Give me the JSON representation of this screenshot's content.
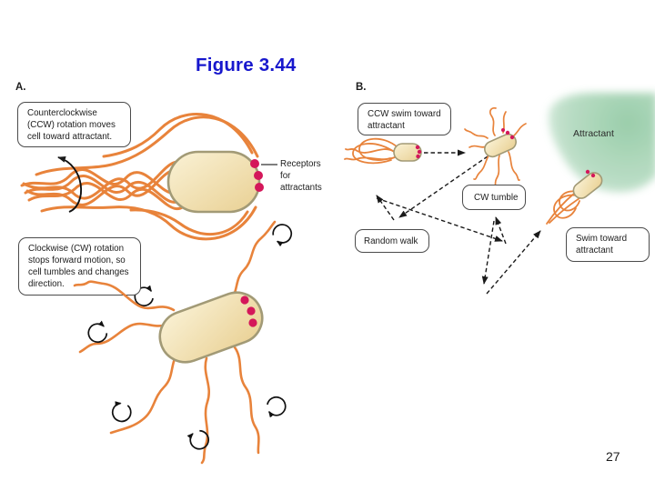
{
  "slide": {
    "title": "Figure 3.44",
    "page_number": "27"
  },
  "panel_a": {
    "label": "A.",
    "ccw_caption": [
      "Counterclockwise",
      "(CCW) rotation moves",
      "cell toward attractant."
    ],
    "cw_caption": [
      "Clockwise (CW) rotation",
      "stops forward motion, so",
      "cell tumbles and changes",
      "direction."
    ],
    "receptors_caption": [
      "Receptors",
      "for",
      "attractants"
    ]
  },
  "panel_b": {
    "label": "B.",
    "ccw_swim_caption": [
      "CCW swim toward",
      "attractant"
    ],
    "cw_tumble_caption": "CW tumble",
    "random_walk_caption": "Random walk",
    "swim_caption": [
      "Swim toward",
      "attractant"
    ],
    "attractant_caption": "Attractant"
  },
  "colors": {
    "title_blue": "#1717cd",
    "flagella_orange": "#e8833b",
    "cell_fill_light": "#f8eecb",
    "cell_fill_dark": "#e9d093",
    "cell_border": "#a29a76",
    "receptor_red": "#d4175a",
    "attractant_green": "#9ccfac",
    "line_black": "#1a1a1a"
  }
}
